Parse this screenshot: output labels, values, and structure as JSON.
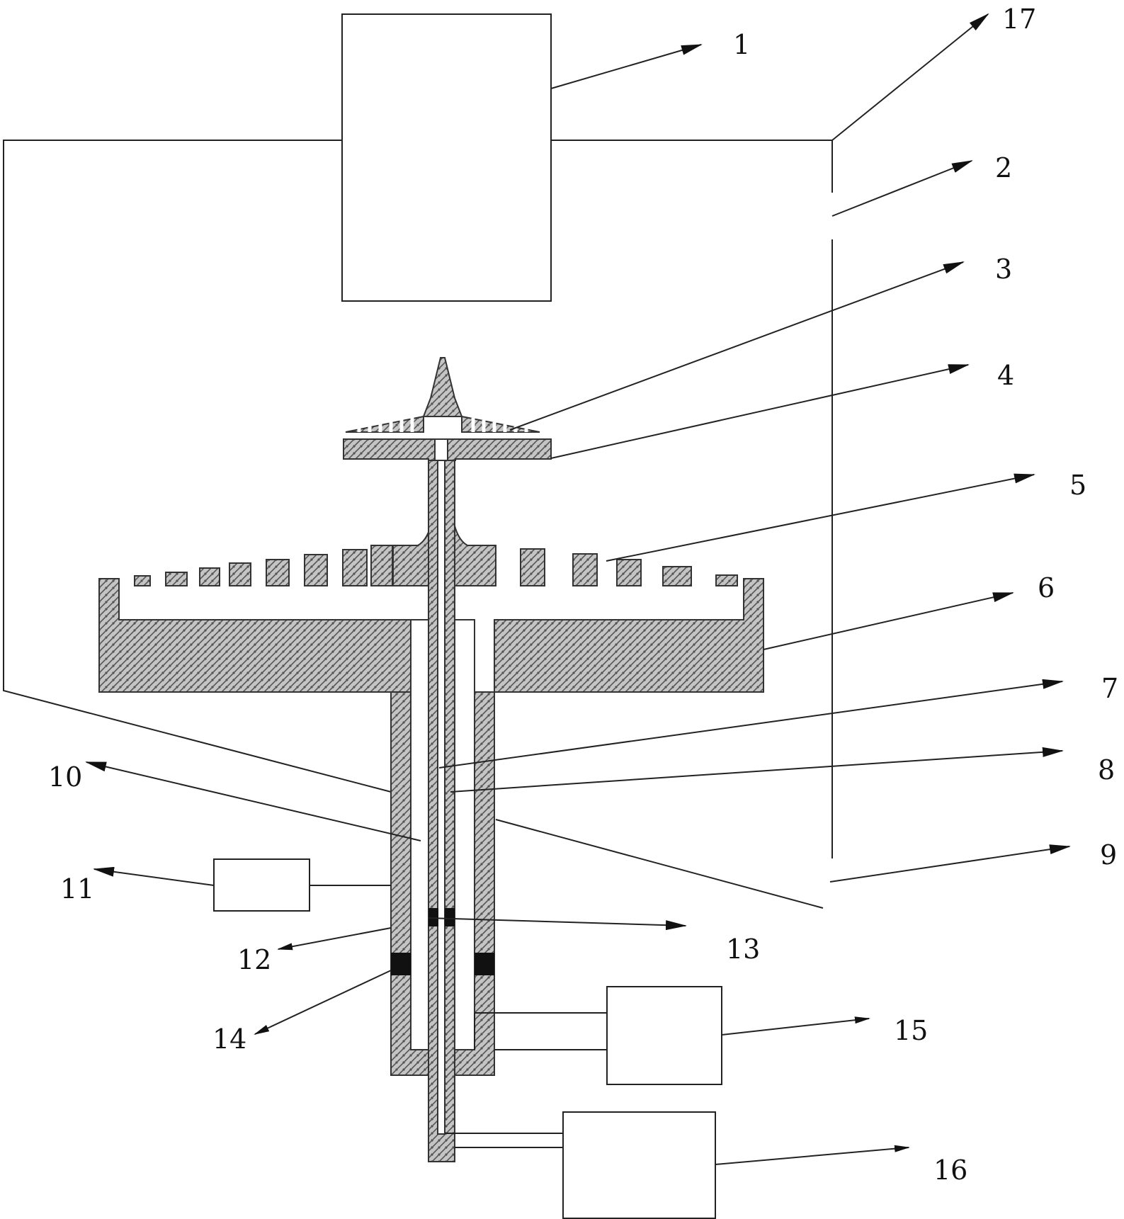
{
  "diagram": {
    "callouts": [
      {
        "id": "1",
        "label": "1"
      },
      {
        "id": "2",
        "label": "2"
      },
      {
        "id": "3",
        "label": "3"
      },
      {
        "id": "4",
        "label": "4"
      },
      {
        "id": "5",
        "label": "5"
      },
      {
        "id": "6",
        "label": "6"
      },
      {
        "id": "7",
        "label": "7"
      },
      {
        "id": "8",
        "label": "8"
      },
      {
        "id": "9",
        "label": "9"
      },
      {
        "id": "10",
        "label": "10"
      },
      {
        "id": "11",
        "label": "11"
      },
      {
        "id": "12",
        "label": "12"
      },
      {
        "id": "13",
        "label": "13"
      },
      {
        "id": "14",
        "label": "14"
      },
      {
        "id": "15",
        "label": "15"
      },
      {
        "id": "16",
        "label": "16"
      },
      {
        "id": "17",
        "label": "17"
      }
    ],
    "colors": {
      "line": "#222222",
      "hatch_fill": "#bdbdbd",
      "seal": "#111111",
      "background": "#ffffff"
    }
  }
}
